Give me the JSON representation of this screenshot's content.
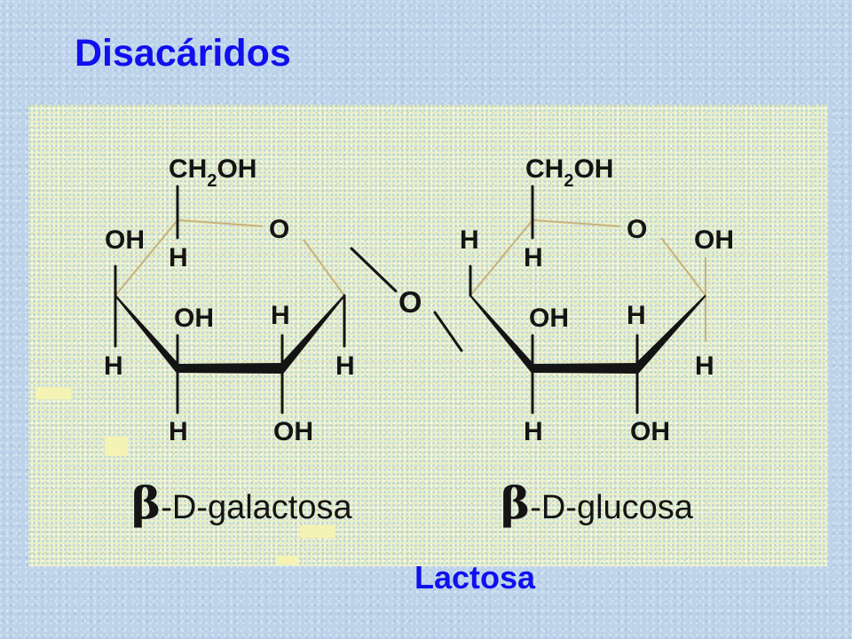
{
  "title": "Disacáridos",
  "footer": "Lactosa",
  "colors": {
    "title": "#1010ee",
    "bond": "#141414",
    "ring_side": "#c8b27a"
  },
  "galactose": {
    "ch2oh_main": "CH",
    "ch2oh_sub": "2",
    "ch2oh_end": "OH",
    "ring_o": "O",
    "c4_oh": "OH",
    "c4_h": "H",
    "c5_h": "H",
    "c3_oh": "OH",
    "c2_h": "H",
    "c1_h": "H",
    "c3_h": "H",
    "c2_oh": "OH",
    "name_beta": "β",
    "name_rest": "-D-galactosa"
  },
  "bridge_o": "O",
  "glucose": {
    "ch2oh_main": "CH",
    "ch2oh_sub": "2",
    "ch2oh_end": "OH",
    "ring_o": "O",
    "c1_oh": "OH",
    "c4_h": "H",
    "c5_h": "H",
    "c3_oh": "OH",
    "c2_h": "H",
    "c1_h": "H",
    "c3_h": "H",
    "c2_oh": "OH",
    "name_beta": "β",
    "name_rest": "-D-glucosa"
  }
}
